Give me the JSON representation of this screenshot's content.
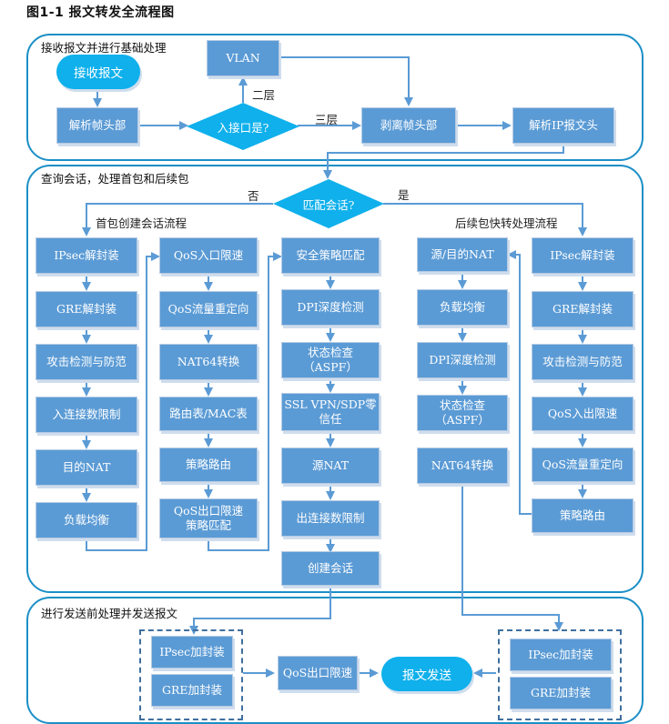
{
  "title": "图1-1  报文转发全流程图",
  "colors": {
    "box": "#5b9bd5",
    "pill": "#0fb0ec",
    "panel_border": "#1b8fc6",
    "arrow": "#5b9bd5"
  },
  "stage1": {
    "label": "接收报文并进行基础处理",
    "start": "接收报文",
    "parse_frame": "解析帧头部",
    "decision": "入接口是?",
    "layer2": "二层",
    "layer3": "三层",
    "vlan": "VLAN",
    "strip_frame": "剥离帧头部",
    "parse_ip": "解析IP报文头"
  },
  "stage2": {
    "label": "查询会话，处理首包和后续包",
    "decision": "匹配会话?",
    "no": "否",
    "yes": "是",
    "first_flow_label": "首包创建会话流程",
    "fast_flow_label": "后续包快转处理流程",
    "first_col1": [
      "IPsec解封装",
      "GRE解封装",
      "攻击检测与防范",
      "入连接数限制",
      "目的NAT",
      "负载均衡"
    ],
    "first_col2": [
      "QoS入口限速",
      "QoS流量重定向",
      "NAT64转换",
      "路由表/MAC表",
      "策略路由",
      "QoS出口限速\n策略匹配"
    ],
    "first_col3": [
      "安全策略匹配",
      "DPI深度检测",
      "状态检查\n（ASPF）",
      "SSL VPN/SDP零\n信任",
      "源NAT",
      "出连接数限制",
      "创建会话"
    ],
    "fast_col1": [
      "源/目的NAT",
      "负载均衡",
      "DPI深度检测",
      "状态检查\n（ASPF）",
      "NAT64转换"
    ],
    "fast_col2": [
      "IPsec解封装",
      "GRE解封装",
      "攻击检测与防范",
      "QoS入出限速",
      "QoS流量重定向",
      "策略路由"
    ]
  },
  "stage3": {
    "label": "进行发送前处理并发送报文",
    "left_group": [
      "IPsec加封装",
      "GRE加封装"
    ],
    "qos_out": "QoS出口限速",
    "send": "报文发送",
    "right_group": [
      "IPsec加封装",
      "GRE加封装"
    ]
  }
}
